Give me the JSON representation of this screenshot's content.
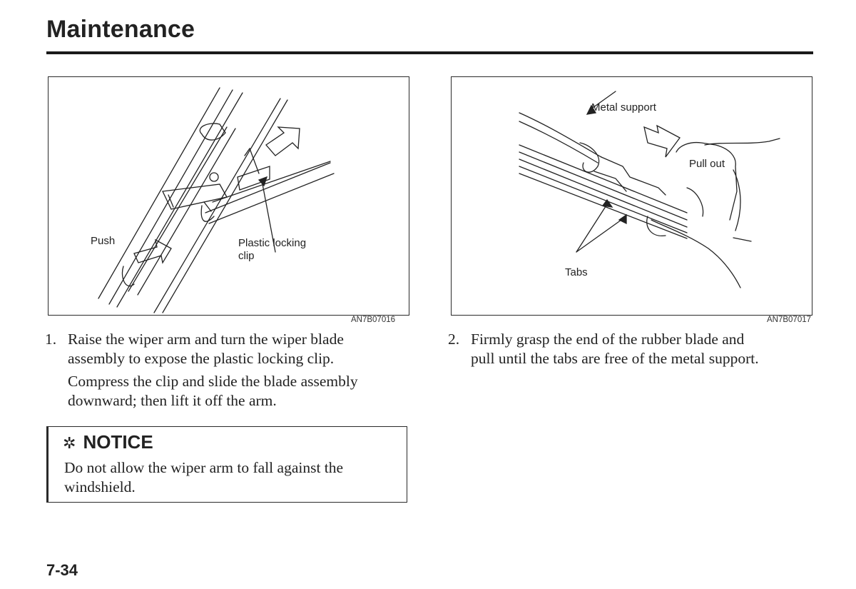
{
  "header": {
    "title": "Maintenance"
  },
  "figures": [
    {
      "labels": {
        "push": "Push",
        "clip_line1": "Plastic locking",
        "clip_line2": "clip"
      },
      "code": "AN7B07016"
    },
    {
      "labels": {
        "metal_support": "Metal support",
        "pull_out": "Pull out",
        "tabs": "Tabs"
      },
      "code": "AN7B07017"
    }
  ],
  "steps": [
    {
      "number": "1.",
      "paragraphs": [
        [
          "Raise the wiper arm and turn the wiper blade",
          "assembly to expose the plastic locking clip."
        ],
        [
          "Compress the clip and slide the blade assembly",
          "downward; then lift it off the arm."
        ]
      ]
    },
    {
      "number": "2.",
      "paragraphs": [
        [
          "Firmly grasp the end of the rubber blade and",
          "pull until the tabs are free of the metal support."
        ]
      ]
    }
  ],
  "notice": {
    "symbol": "✲",
    "heading": "NOTICE",
    "lines": [
      "Do not allow the wiper arm to fall against the",
      "windshield."
    ]
  },
  "footer": {
    "page_number": "7-34"
  }
}
